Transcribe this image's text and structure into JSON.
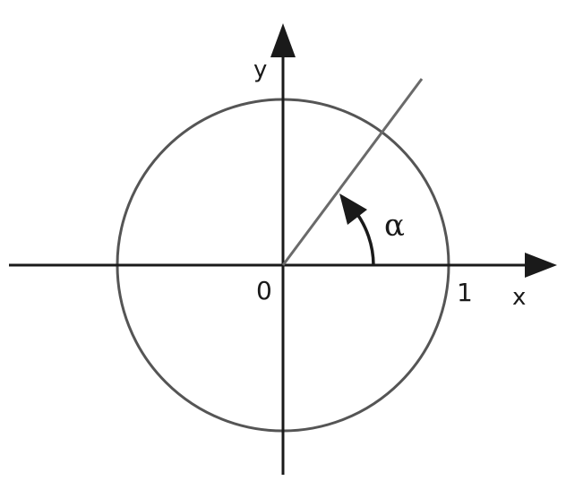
{
  "labels": {
    "y_axis": "y",
    "x_axis": "x",
    "origin": "0",
    "unit": "1",
    "angle": "α"
  },
  "colors": {
    "axes": "#1a1a1a",
    "circle": "#555555",
    "ray": "#6a6a6a",
    "angle_arrow": "#1a1a1a"
  }
}
